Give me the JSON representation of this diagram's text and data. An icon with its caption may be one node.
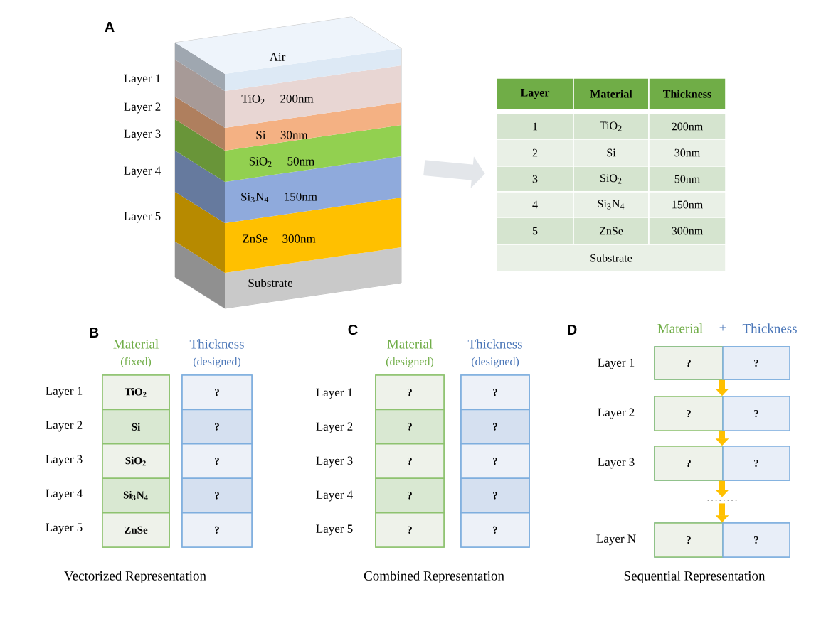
{
  "diagram": {
    "nodes": [
      {
        "text": [],
        "shape": "box"
      },
      {
        "text": [
          "Air"
        ],
        "in": 0
      },
      {
        "text": [
          "TiO$_{2}$",
          "200nm"
        ],
        "in": 0
      },
      {
        "text": [
          "Si",
          "30nm"
        ],
        "in": 0
      },
      {
        "text": [
          "SiO$_{2}$",
          "50nm"
        ],
        "in": 0
      },
      {
        "text": [
          "Si$_{3}$N$_{4}$",
          "150nm"
        ],
        "in": 0
      },
      {
        "text": [
          "ZnSe",
          "300nm"
        ],
        "in": 0
      },
      {
        "text": [
          "Substrate"
        ],
        "in": 0
      },
      {
        "text": [
          "Layer",
          "Material",
          "Thickness",
          "1",
          "TiO$_{2}$",
          "200nm",
          "2",
          "Si",
          "30nm",
          "3",
          "SiO$_{2}$",
          "50nm",
          "4",
          "Si$_{3}$N$_{4}$",
          "150nm",
          "5",
          "ZnSe",
          "300nm",
          "Substrate"
        ]
      },
      {
        "text": [
          "Material",
          "(fixed)"
        ]
      },
      {
        "text": [
          "TiO$_{2}$"
        ],
        "in": 9
      },
      {
        "text": [
          "Si"
        ],
        "in": 9
      },
      {
        "text": [
          "SiO$_{2}$"
        ],
        "in": 9
      },
      {
        "text": [
          "Si$_{3}$N$_{4}$"
        ],
        "in": 9
      },
      {
        "text": [
          "ZnSe"
        ],
        "in": 9
      },
      {
        "text": [
          "Thickness",
          "(designed)"
        ]
      },
      {
        "text": [
          "?"
        ],
        "in": 15
      },
      {
        "text": [
          "?"
        ],
        "in": 15
      },
      {
        "text": [
          "?"
        ],
        "in": 15
      },
      {
        "text": [
          "?"
        ],
        "in": 15
      },
      {
        "text": [
          "?"
        ],
        "in": 15
      },
      {
        "text": [
          "Material",
          "(designed)"
        ]
      },
      {
        "text": [
          "?"
        ],
        "in": 21
      },
      {
        "text": [
          "?"
        ],
        "in": 21
      },
      {
        "text": [
          "?"
        ],
        "in": 21
      },
      {
        "text": [
          "?"
        ],
        "in": 21
      },
      {
        "text": [
          "?"
        ],
        "in": 21
      },
      {
        "text": [
          "Thickness",
          "(designed)"
        ]
      },
      {
        "text": [
          "?"
        ],
        "in": 27
      },
      {
        "text": [
          "?"
        ],
        "in": 27
      },
      {
        "text": [
          "?"
        ],
        "in": 27
      },
      {
        "text": [
          "?"
        ],
        "in": 27
      },
      {
        "text": [
          "?"
        ],
        "in": 27
      },
      {
        "text": [],
        "shape": "box"
      },
      {
        "text": [
          "?"
        ],
        "in": 33
      },
      {
        "text": [
          "?"
        ],
        "in": 33
      },
      {
        "text": [],
        "shape": "box"
      },
      {
        "text": [
          "?"
        ],
        "in": 36
      },
      {
        "text": [
          "?"
        ],
        "in": 36
      },
      {
        "text": [],
        "shape": "box"
      },
      {
        "text": [
          "?"
        ],
        "in": 39
      },
      {
        "text": [
          "?"
        ],
        "in": 39
      },
      {
        "text": [],
        "shape": "box"
      },
      {
        "text": [
          "?"
        ],
        "in": 42
      },
      {
        "text": [
          "?"
        ],
        "in": 42
      },
      {
        "text": [],
        "shape": "dots"
      }
    ],
    "edges": [
      {
        "from": 0,
        "to": 8,
        "arrow": "to",
        "style": "thick",
        "color": "#e3e6ea"
      },
      {
        "from": 33,
        "to": 36,
        "arrow": "to"
      },
      {
        "from": 36,
        "to": 39,
        "arrow": "to"
      },
      {
        "from": 39,
        "to": 45,
        "arrow": "to"
      },
      {
        "from": 45,
        "to": 42,
        "arrow": "to"
      }
    ],
    "labels": [
      "A",
      "Layer 1",
      "Layer 2",
      "Layer 3",
      "Layer 4",
      "Layer 5",
      "B",
      "Layer 1",
      "Layer 2",
      "Layer 3",
      "Layer 4",
      "Layer 5",
      "Vectorized Representation",
      "C",
      "Layer 1",
      "Layer 2",
      "Layer 3",
      "Layer 4",
      "Layer 5",
      "Combined Representation",
      "D",
      "Material",
      "+",
      "Thickness",
      "Layer 1",
      "Layer 2",
      "Layer 3",
      "Layer N",
      "Sequential Representation"
    ]
  }
}
